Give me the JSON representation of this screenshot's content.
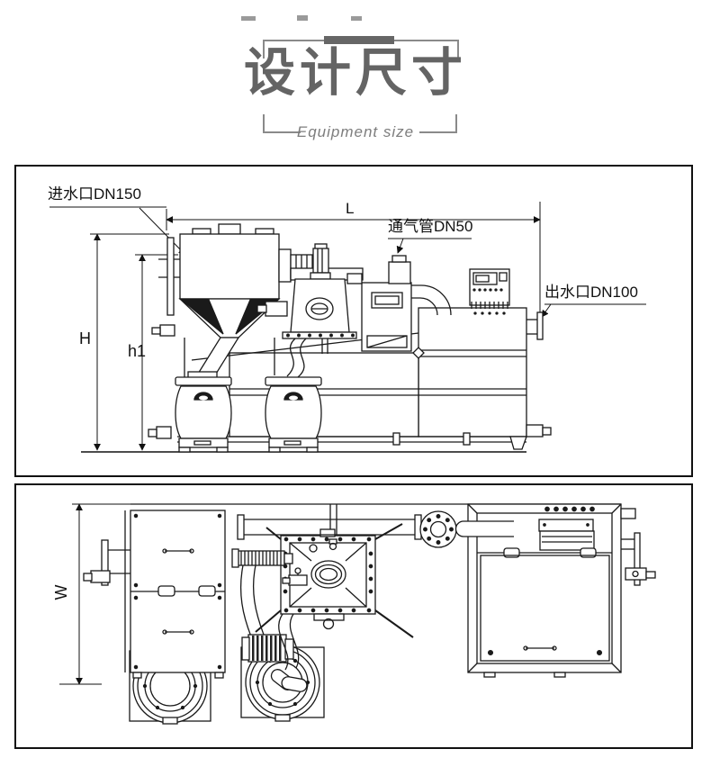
{
  "header": {
    "title": "设计尺寸",
    "subtitle": "Equipment size"
  },
  "side_view": {
    "labels": {
      "inlet": "进水口DN150",
      "length": "L",
      "vent": "通气管DN50",
      "outlet": "出水口DN100",
      "height": "H",
      "inner_height": "h1"
    }
  },
  "plan_view": {
    "labels": {
      "width": "W"
    }
  },
  "colors": {
    "title_gray": "#646464",
    "subtitle_gray": "#7d7d7d",
    "bracket_gray": "#8a8a8a",
    "accent_bar": "#666666",
    "drawing_line": "#1a1a1a",
    "panel_border": "#111111",
    "background": "#ffffff"
  }
}
